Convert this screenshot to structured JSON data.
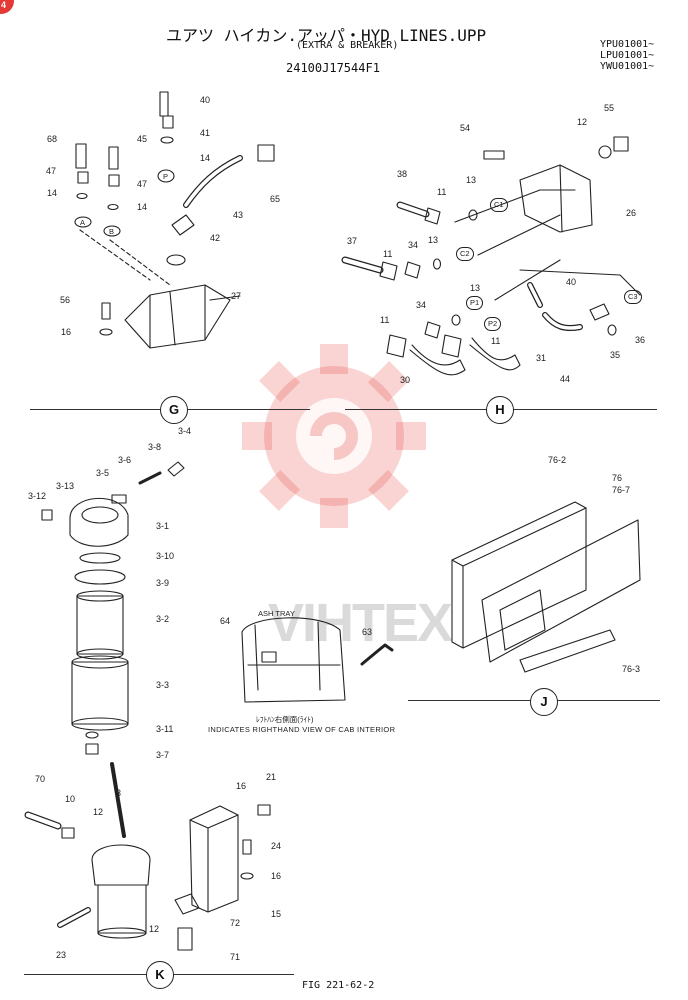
{
  "header": {
    "title": "ユアツ ハイカン.アッパ・HYD LINES.UPP",
    "subtitle": "(EXTRA & BREAKER)",
    "part_code": "24100J17544F1",
    "serials": [
      "YPU01001~",
      "LPU01001~",
      "YWU01001~"
    ]
  },
  "corner_badge": "4",
  "watermark": "VIHTEX",
  "sections": [
    "G",
    "H",
    "J",
    "K"
  ],
  "labels_g": [
    "40",
    "41",
    "14",
    "68",
    "45",
    "47",
    "47",
    "14",
    "14",
    "43",
    "65",
    "42",
    "27",
    "56",
    "16"
  ],
  "circles_g": [
    "P",
    "A",
    "B"
  ],
  "labels_h": [
    "54",
    "12",
    "55",
    "38",
    "11",
    "13",
    "26",
    "37",
    "11",
    "34",
    "13",
    "40",
    "34",
    "11",
    "11",
    "13",
    "36",
    "35",
    "31",
    "30",
    "44"
  ],
  "circles_h": [
    "C1",
    "C2",
    "P1",
    "P2",
    "C3"
  ],
  "labels_filter": [
    "3-4",
    "3-8",
    "3-6",
    "3-5",
    "3-12",
    "3-13",
    "3-1",
    "3-10",
    "3-9",
    "3-2",
    "3-3",
    "3-11",
    "3-7"
  ],
  "labels_cab": [
    "64",
    "63"
  ],
  "cab_small": "ASH TRAY",
  "cab_note_jp": "ﾚﾌﾄﾊﾝ右側面(ﾗｲﾄ)",
  "cab_note": "INDICATES RIGHTHAND VIEW OF CAB INTERIOR",
  "labels_j": [
    "76-2",
    "76",
    "76-7",
    "76-3"
  ],
  "labels_k": [
    "70",
    "10",
    "12",
    "3",
    "16",
    "21",
    "24",
    "16",
    "15",
    "72",
    "12",
    "23",
    "71"
  ],
  "figure_no": "FIG 221-62-2"
}
